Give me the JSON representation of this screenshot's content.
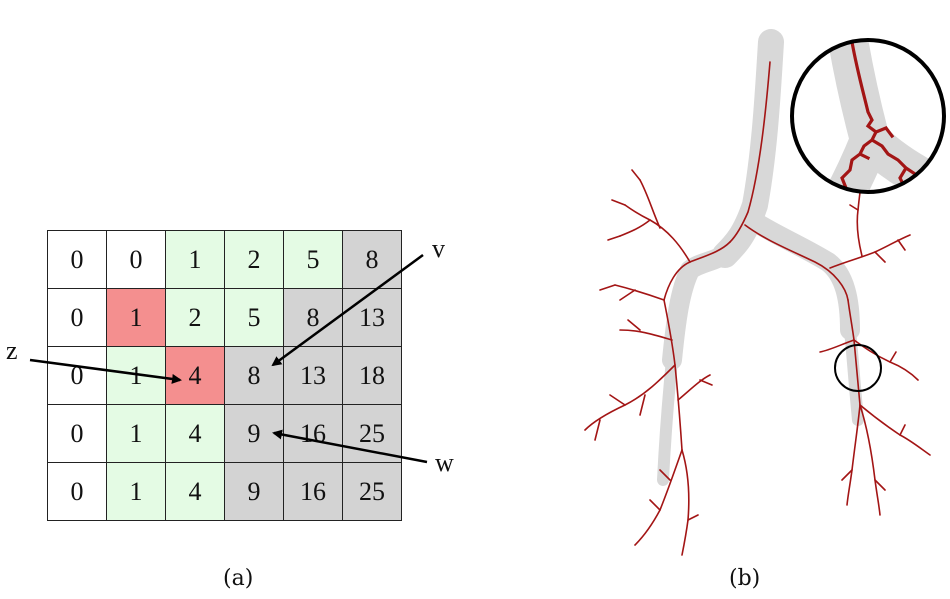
{
  "panel_a": {
    "caption": "(a)",
    "grid": [
      [
        {
          "v": "0",
          "c": "white"
        },
        {
          "v": "0",
          "c": "white"
        },
        {
          "v": "1",
          "c": "green"
        },
        {
          "v": "2",
          "c": "green"
        },
        {
          "v": "5",
          "c": "green"
        },
        {
          "v": "8",
          "c": "gray"
        }
      ],
      [
        {
          "v": "0",
          "c": "white"
        },
        {
          "v": "1",
          "c": "red"
        },
        {
          "v": "2",
          "c": "green"
        },
        {
          "v": "5",
          "c": "green"
        },
        {
          "v": "8",
          "c": "gray"
        },
        {
          "v": "13",
          "c": "gray"
        }
      ],
      [
        {
          "v": "0",
          "c": "white"
        },
        {
          "v": "1",
          "c": "green"
        },
        {
          "v": "4",
          "c": "red"
        },
        {
          "v": "8",
          "c": "gray"
        },
        {
          "v": "13",
          "c": "gray"
        },
        {
          "v": "18",
          "c": "gray"
        }
      ],
      [
        {
          "v": "0",
          "c": "white"
        },
        {
          "v": "1",
          "c": "green"
        },
        {
          "v": "4",
          "c": "green"
        },
        {
          "v": "9",
          "c": "gray"
        },
        {
          "v": "16",
          "c": "gray"
        },
        {
          "v": "25",
          "c": "gray"
        }
      ],
      [
        {
          "v": "0",
          "c": "white"
        },
        {
          "v": "1",
          "c": "green"
        },
        {
          "v": "4",
          "c": "green"
        },
        {
          "v": "9",
          "c": "gray"
        },
        {
          "v": "16",
          "c": "gray"
        },
        {
          "v": "25",
          "c": "gray"
        }
      ]
    ],
    "labels": {
      "v": "v",
      "z": "z",
      "w": "w"
    }
  },
  "panel_b": {
    "caption": "(b)",
    "airway_color": "#d8d8d8",
    "centerline_color": "#a31515"
  }
}
